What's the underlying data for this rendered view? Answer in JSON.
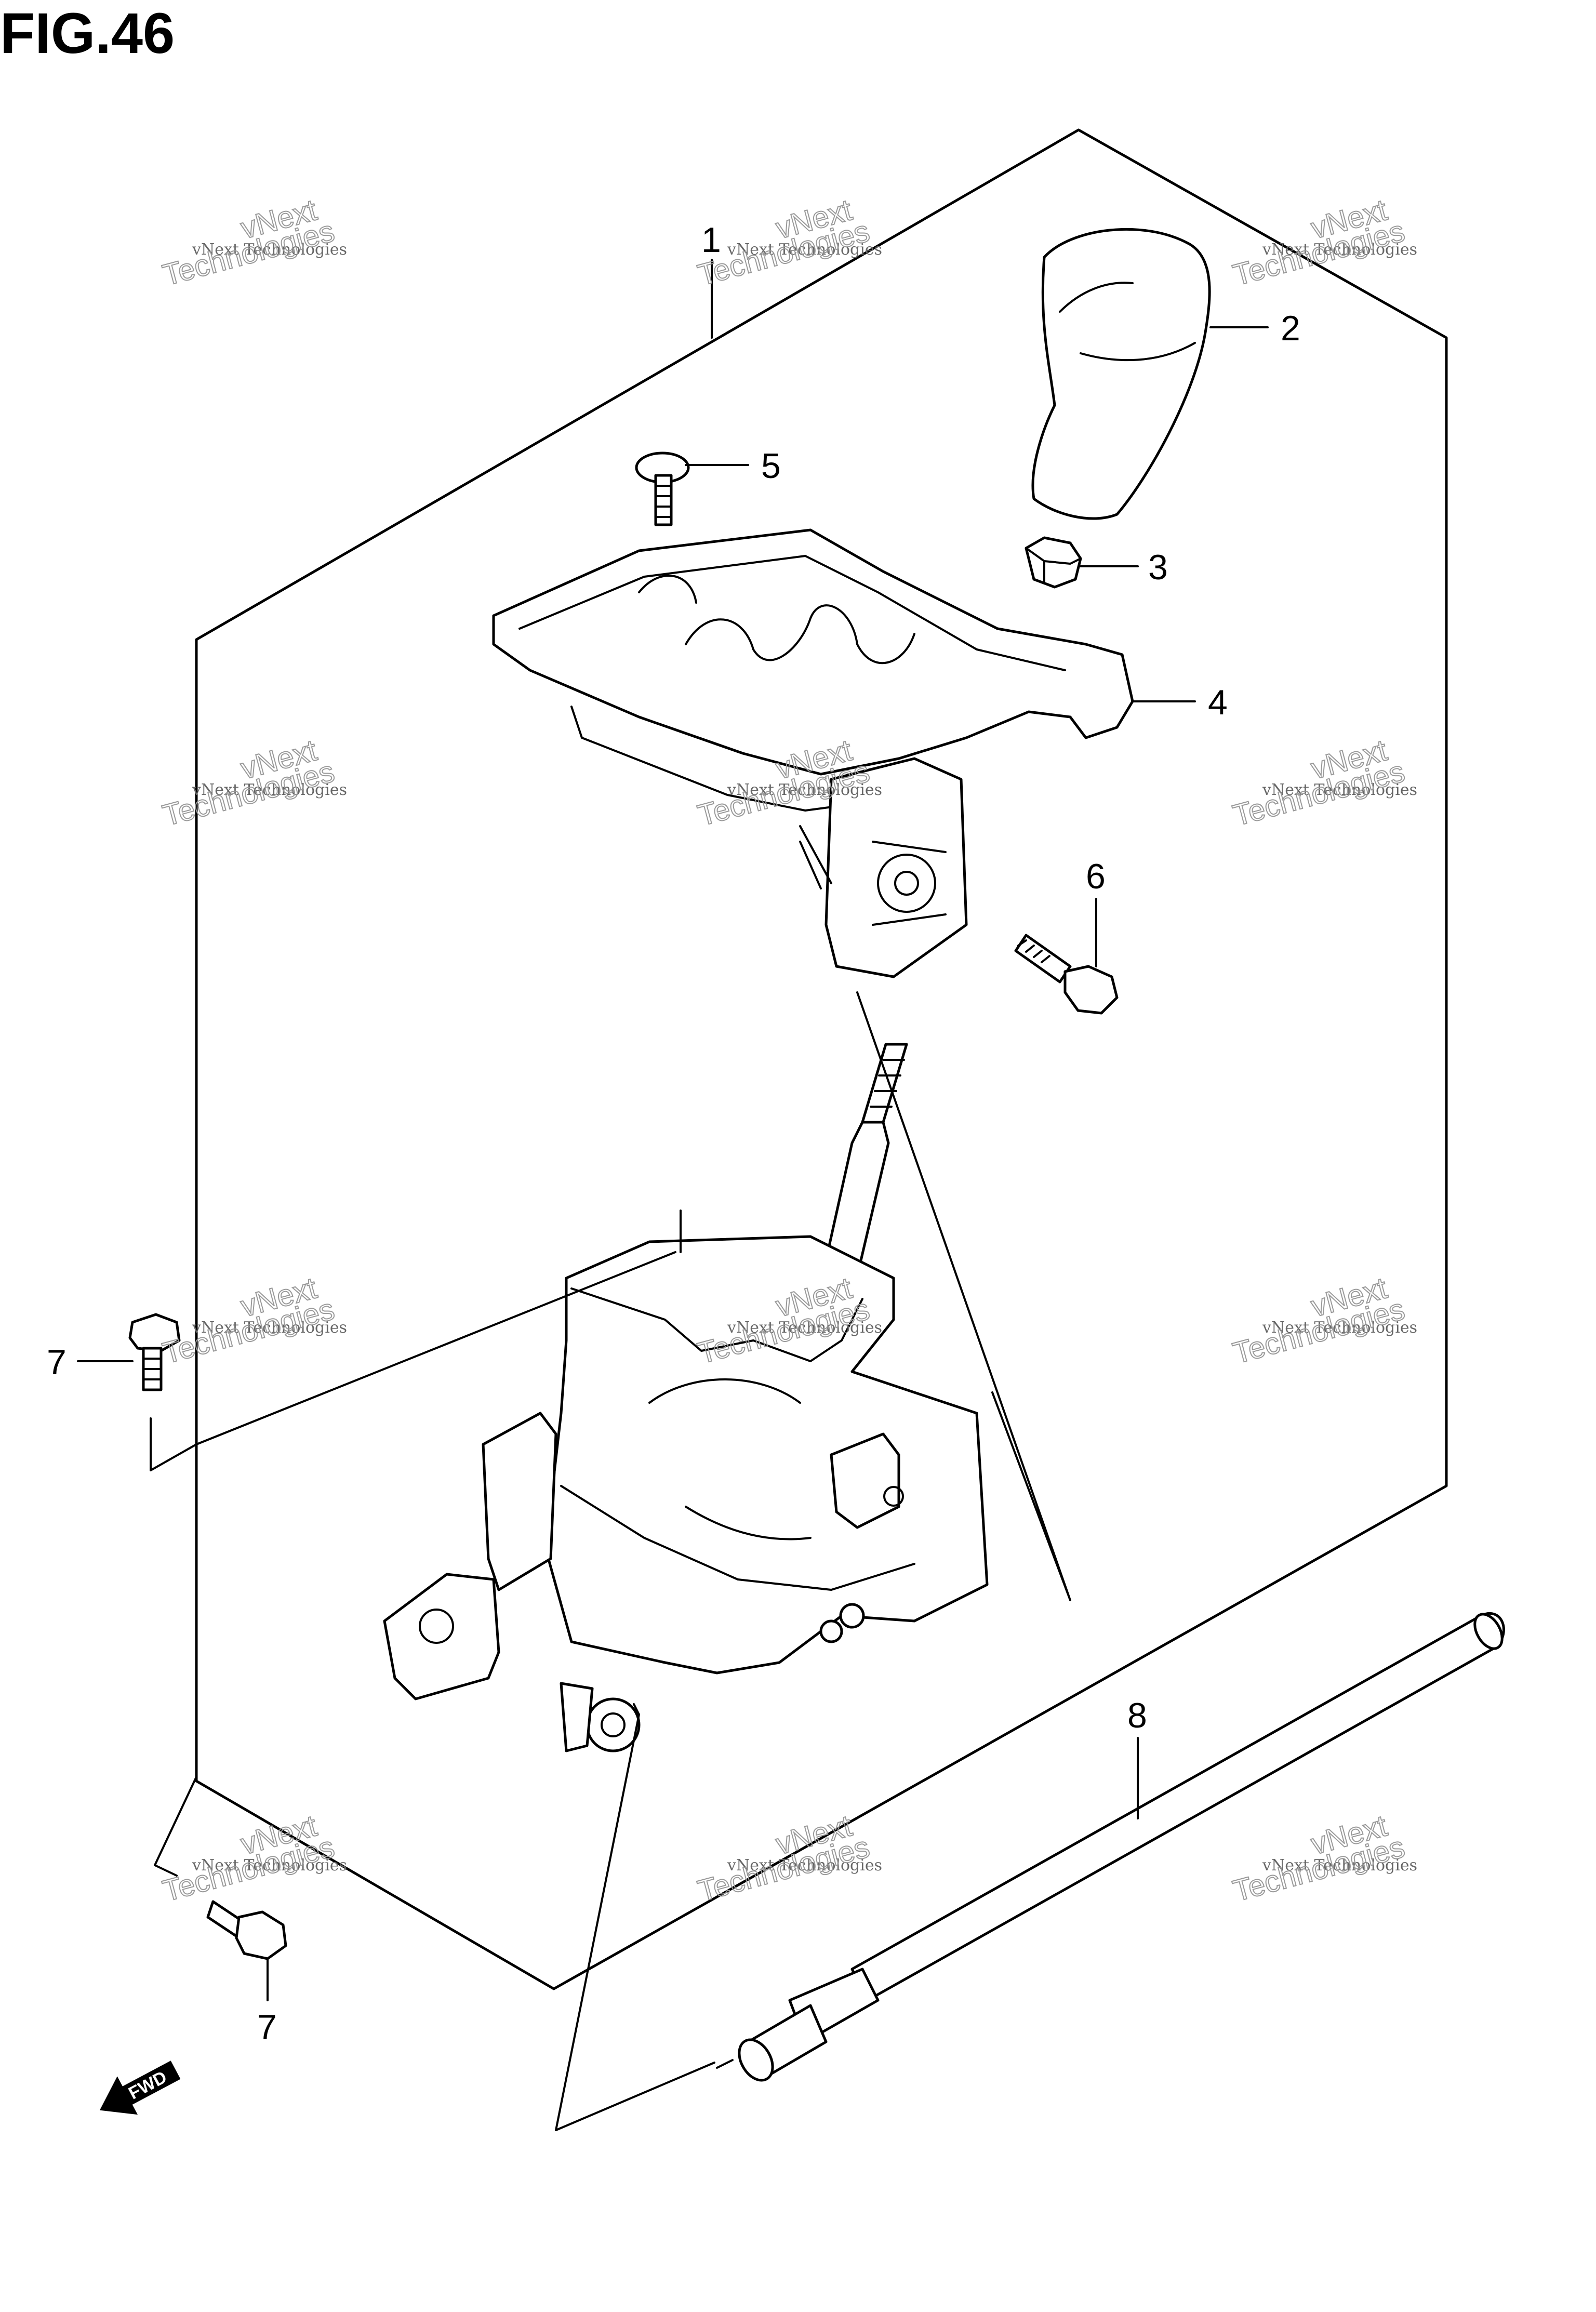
{
  "figure": {
    "title": "FIG.46"
  },
  "callouts": [
    {
      "id": "1",
      "text": "1"
    },
    {
      "id": "2",
      "text": "2"
    },
    {
      "id": "3",
      "text": "3"
    },
    {
      "id": "4",
      "text": "4"
    },
    {
      "id": "5",
      "text": "5"
    },
    {
      "id": "6",
      "text": "6"
    },
    {
      "id": "7a",
      "text": "7"
    },
    {
      "id": "7b",
      "text": "7"
    },
    {
      "id": "8",
      "text": "8"
    }
  ],
  "watermark": {
    "small": "vNext Technologies",
    "large_top": "vNext",
    "large_bottom": "Technologies"
  },
  "direction_marker": {
    "text": "FWD"
  }
}
